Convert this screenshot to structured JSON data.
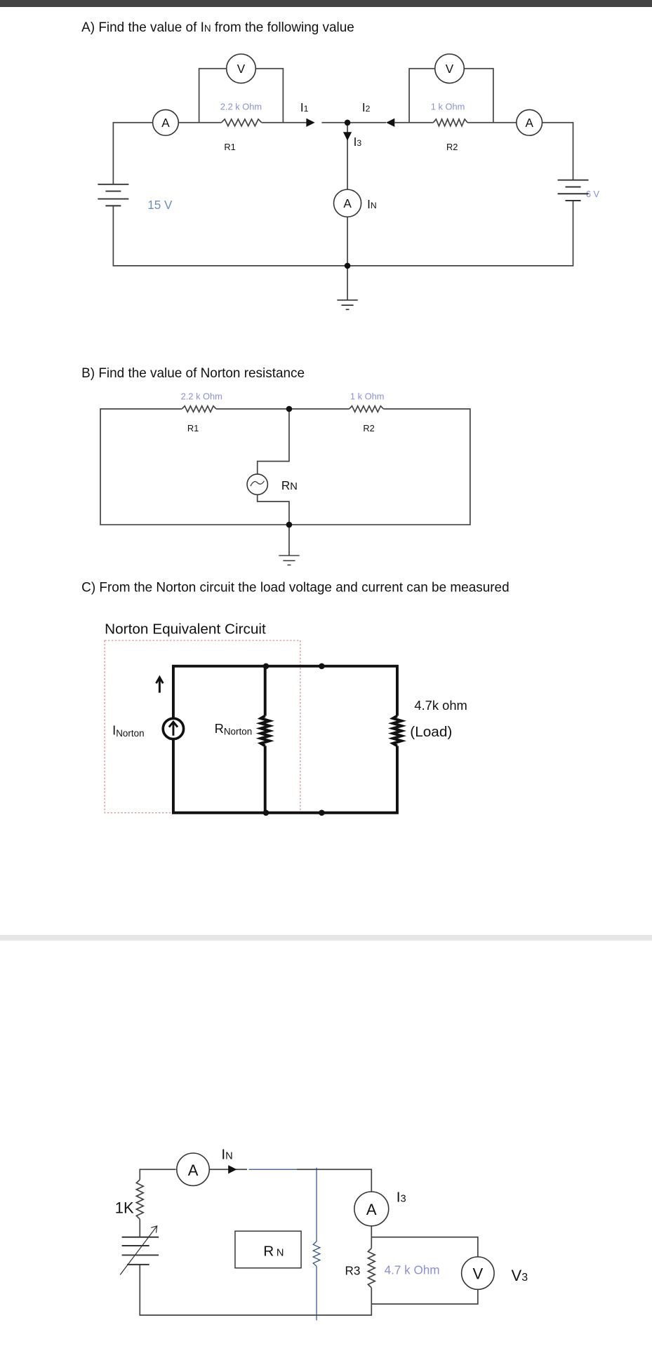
{
  "section_a": {
    "title_prefix": "A) Find the value of I",
    "title_sub": "N",
    "title_suffix": " from the following value",
    "r1_value": "2.2 k Ohm",
    "r1_label": "R1",
    "r2_value": "1 k Ohm",
    "r2_label": "R2",
    "i1": {
      "main": "I",
      "sub": "1"
    },
    "i2": {
      "main": "I",
      "sub": "2"
    },
    "i3": {
      "main": "I",
      "sub": "3"
    },
    "in": {
      "main": "I",
      "sub": "N"
    },
    "source_left": "15 V",
    "source_right": "6 V",
    "ammeter": "A",
    "voltmeter": "V"
  },
  "section_b": {
    "title": "B) Find the value of Norton resistance",
    "r1_value": "2.2 k Ohm",
    "r1_label": "R1",
    "r2_value": "1 k Ohm",
    "r2_label": "R2",
    "rn": {
      "main": "R",
      "sub": "N"
    }
  },
  "section_c": {
    "title": "C) From the Norton circuit the load voltage and current can be measured",
    "diagram_title": "Norton Equivalent Circuit",
    "i_norton": {
      "main": "I",
      "sub": "Norton"
    },
    "r_norton": {
      "main": "R",
      "sub": "Norton"
    },
    "load_value": "4.7k ohm",
    "load_label": "(Load)"
  },
  "section_d": {
    "r_source": "1K",
    "in": {
      "main": "I",
      "sub": "N"
    },
    "i3": {
      "main": "I",
      "sub": "3"
    },
    "rn": {
      "main": "R",
      "sub": "N"
    },
    "r3_label": "R3",
    "r3_value": "4.7 k Ohm",
    "v3": {
      "main": "V",
      "sub": "3"
    },
    "ammeter": "A",
    "voltmeter": "V"
  },
  "colors": {
    "value_label": "#8a8fd6",
    "wire": "#444444",
    "probe_wire": "#2b4f8a",
    "frame": "#444444"
  }
}
